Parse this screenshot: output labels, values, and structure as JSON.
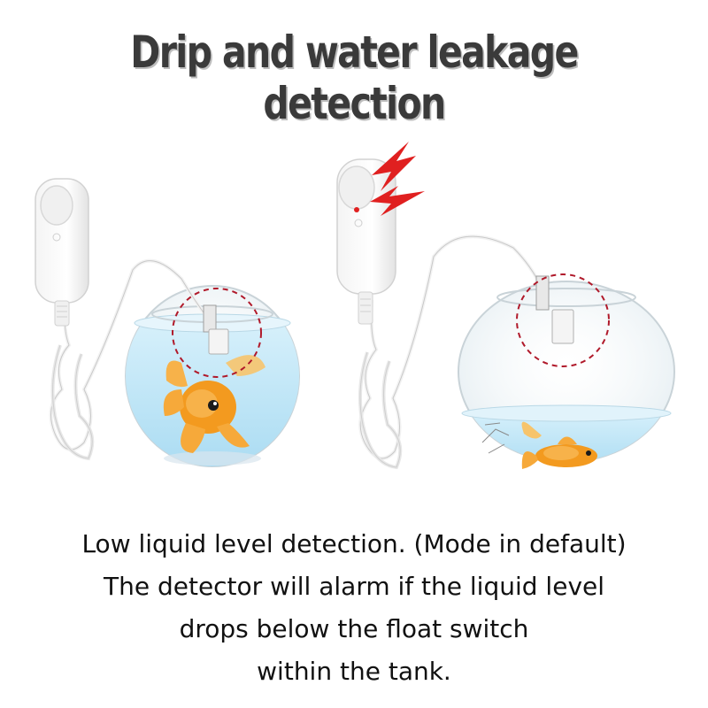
{
  "title": "Drip and water leakage detection",
  "caption": {
    "line1": "Low liquid level detection. (Mode in default)",
    "line2": "The detector will alarm if the liquid level",
    "line3": "drops below the float switch",
    "line4": "within the tank."
  },
  "colors": {
    "title": "#3a3a3a",
    "alarm": "#e02020",
    "water": "#bfe4f6",
    "fish": "#f39a1f",
    "dashed_circle": "#b0192a"
  },
  "icons": [
    "water-sensor-device",
    "float-switch",
    "fish-bowl",
    "goldfish",
    "alarm-lightning-icon",
    "dashed-highlight-circle"
  ]
}
